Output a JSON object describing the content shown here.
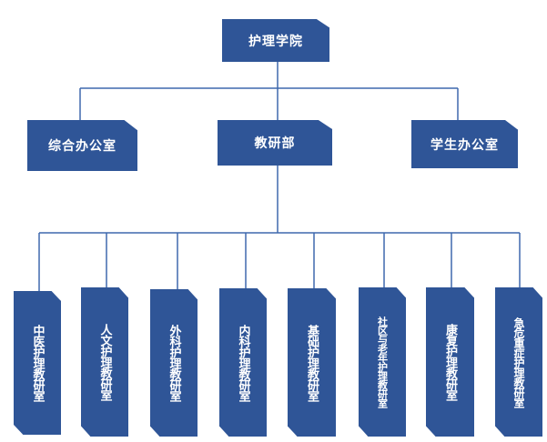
{
  "org": {
    "root": "护理学院",
    "offices": {
      "left": "综合办公室",
      "center": "教研部",
      "right": "学生办公室"
    },
    "departments": [
      "中医护理教研室",
      "人文护理教研室",
      "外科护理教研室",
      "内科护理教研室",
      "基础护理教研室",
      "社区与老年护理教研室",
      "康复护理教研室",
      "急危重症护理教研室"
    ]
  },
  "colors": {
    "box_fill": "#2f5597",
    "box_text": "#ffffff",
    "connector": "#3f68ad"
  }
}
